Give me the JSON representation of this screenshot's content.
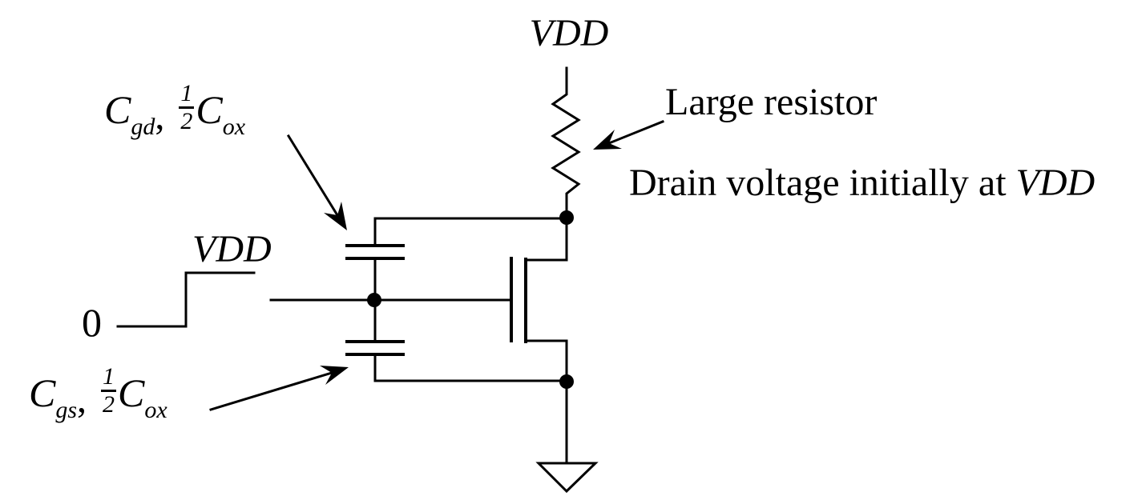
{
  "colors": {
    "background": "#ffffff",
    "line": "#000000",
    "text": "#000000"
  },
  "labels": {
    "vdd_rail": "VDD",
    "large_resistor": "Large resistor",
    "drain_note_text": "Drain voltage initially at",
    "drain_note_vdd": "VDD",
    "step_high": "VDD",
    "step_low": "0",
    "cgd": {
      "c": "C",
      "sub": "gd",
      "comma": ",",
      "frac_num": "1",
      "frac_den": "2",
      "c2": "C",
      "sub2": "ox"
    },
    "cgs": {
      "c": "C",
      "sub": "gs",
      "comma": ",",
      "frac_num": "1",
      "frac_den": "2",
      "c2": "C",
      "sub2": "ox"
    }
  }
}
